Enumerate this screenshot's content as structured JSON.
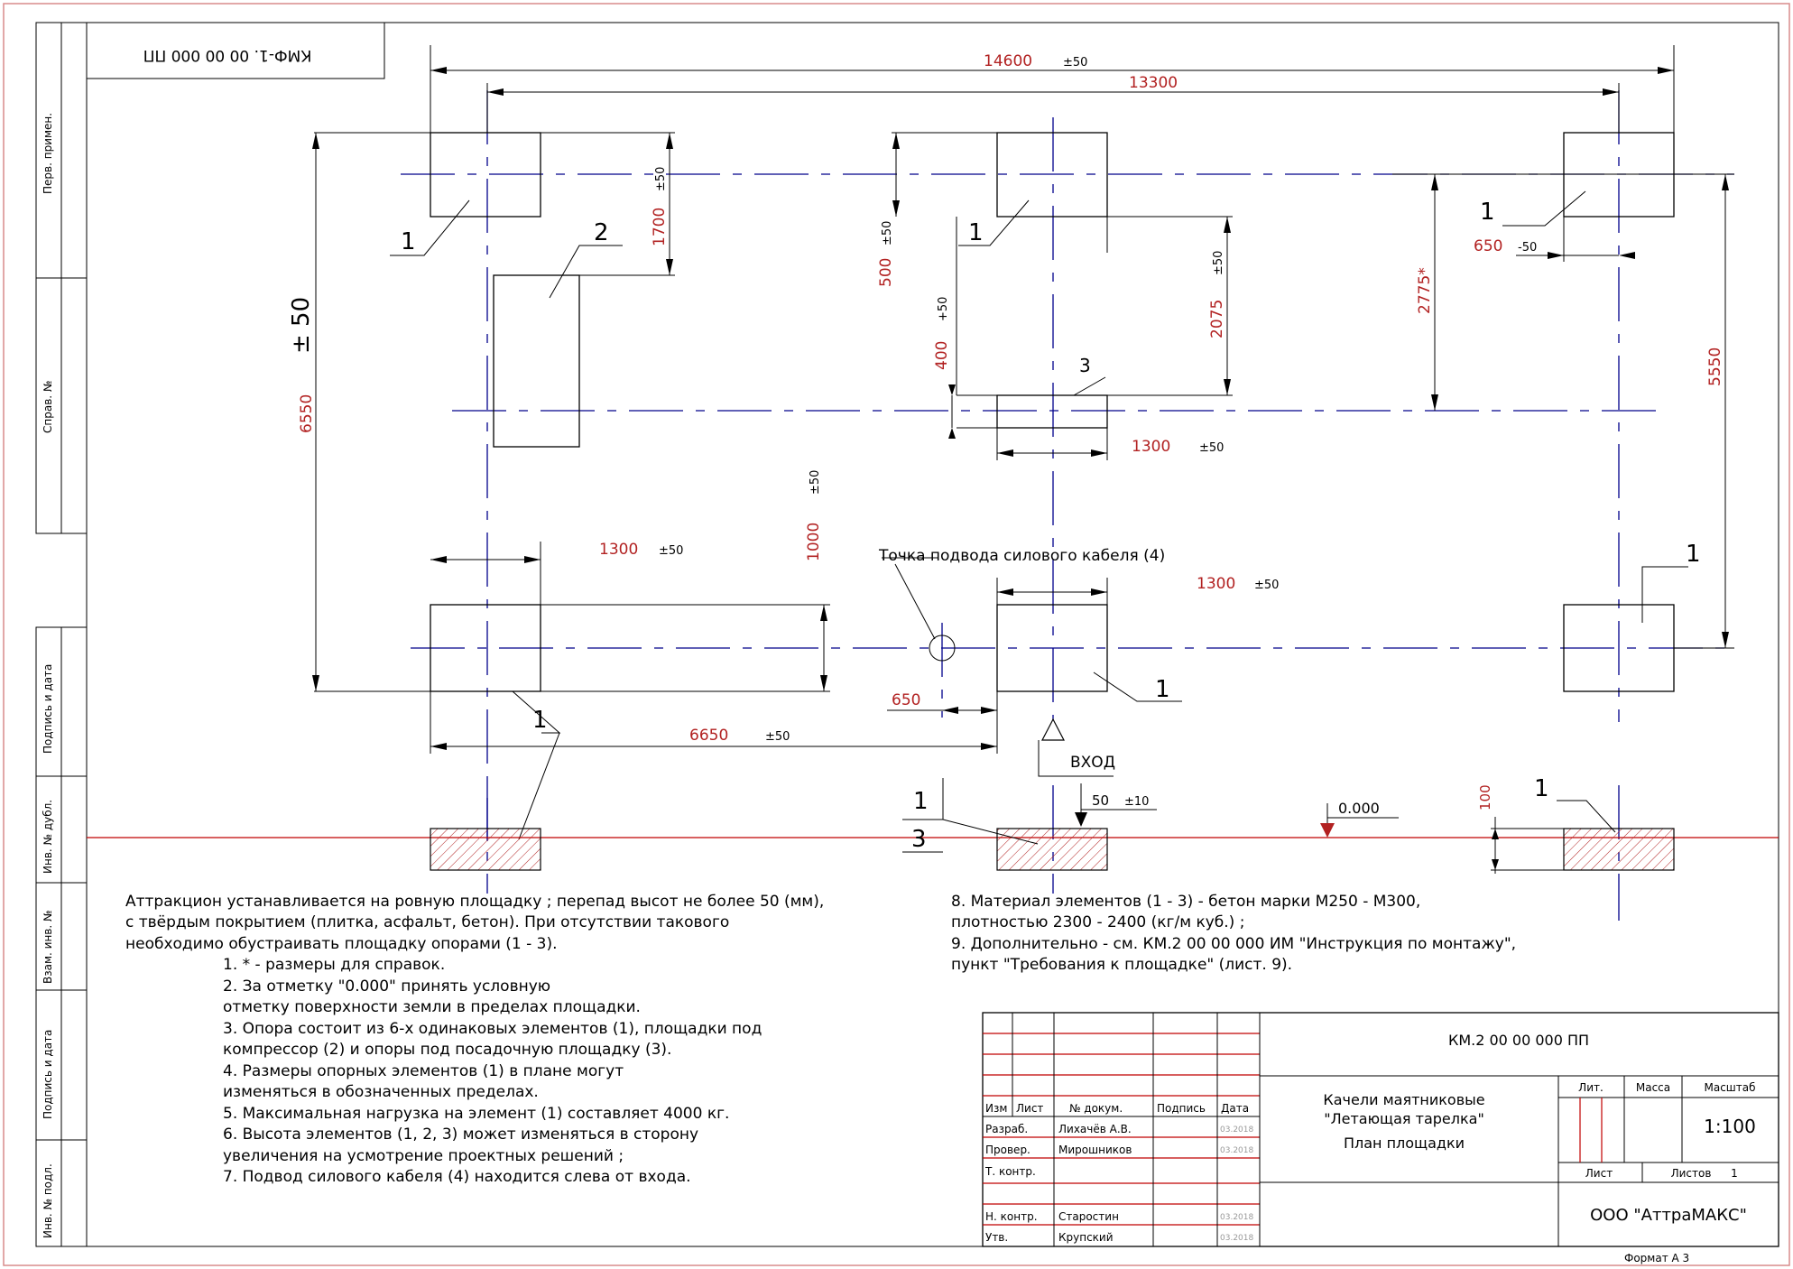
{
  "stamp_code": "КМФ-1. 00 00 000 ПП",
  "side_labels": [
    "Перв. примен.",
    "Справ. №",
    "Подпись и дата",
    "Инв. № дубл.",
    "Взам. инв. №",
    "Подпись и дата",
    "Инв. № подл."
  ],
  "dimensions": {
    "overall_width": "14600",
    "overall_width_tol": "±50",
    "axis_width": "13300",
    "height_left": "6550",
    "height_left_tol": "± 50",
    "d1700": "1700",
    "d1700_tol": "±50",
    "d500": "500",
    "d500_tol": "±50",
    "d400": "400",
    "d400_tol": "+50",
    "d2075": "2075",
    "d2075_tol": "±50",
    "d2775": "2775*",
    "d5550": "5550",
    "d650_right": "650",
    "d650_right_tol": "-50",
    "d1300_center": "1300",
    "d1300_center_tol": "±50",
    "d1300_left": "1300",
    "d1300_left_tol": "±50",
    "d1000": "1000",
    "d1000_tol": "±50",
    "d1300_bottom": "1300",
    "d1300_bottom_tol": "±50",
    "d650_bottom": "650",
    "d6650": "6650",
    "d6650_tol": "±50",
    "d50": "50",
    "d50_tol": "±10",
    "d100": "100",
    "level": "0.000"
  },
  "callouts": {
    "n1": "1",
    "n2": "2",
    "n3": "3",
    "cable_point": "Точка подвода силового кабеля (4)",
    "entrance": "ВХОД"
  },
  "notes_left": {
    "intro": [
      "Аттракцион устанавливается на ровную площадку ;  перепад высот не более 50 (мм),",
      "с твёрдым покрытием (плитка, асфальт, бетон).  При отсутствии такового",
      "необходимо обустраивать площадку опорами (1 - 3)."
    ],
    "items": [
      "1.   * - размеры для справок.",
      "2.   За отметку \"0.000\" принять условную",
      "       отметку поверхности земли в пределах площадки.",
      "3.   Опора состоит из 6-х одинаковых элементов (1), площадки под",
      "       компрессор (2) и опоры под посадочную площадку (3).",
      "4.   Размеры опорных элементов (1) в плане могут",
      "       изменяться в обозначенных пределах.",
      "5.   Максимальная нагрузка на элемент (1) составляет 4000 кг.",
      "6.   Высота элементов (1, 2, 3) может изменяться в сторону",
      "       увеличения на усмотрение проектных решений ;",
      "7.   Подвод силового кабеля (4) находится слева от входа."
    ]
  },
  "notes_right": [
    "8.   Материал элементов (1 - 3) - бетон марки  М250 - М300,",
    "       плотностью 2300 - 2400 (кг/м куб.) ;",
    "9.   Дополнительно - см.  КМ.2 00 00 000 ИМ  \"Инструкция по монтажу\",",
    "       пункт \"Требования к площадке\" (лист. 9)."
  ],
  "title_block": {
    "doc_code": "КМ.2 00 00 000  ПП",
    "title_lines": [
      "Качели маятниковые",
      "\"Летающая тарелка\"",
      "План площадки"
    ],
    "hdr_izm": "Изм",
    "hdr_list": "Лист",
    "hdr_docnum": "№ докум.",
    "hdr_sign": "Подпись",
    "hdr_date": "Дата",
    "rows": [
      {
        "role": "Разраб.",
        "name": "Лихачёв А.В.",
        "date": "03.2018"
      },
      {
        "role": "Провер.",
        "name": "Мирошников",
        "date": "03.2018"
      },
      {
        "role": "Т. контр.",
        "name": "",
        "date": ""
      },
      {
        "role": "Н. контр.",
        "name": "Старостин",
        "date": "03.2018"
      },
      {
        "role": "Утв.",
        "name": "Крупский",
        "date": "03.2018"
      }
    ],
    "lit": "Лит.",
    "mass": "Масса",
    "scale_label": "Масштаб",
    "scale": "1:100",
    "sheet": "Лист",
    "sheets": "Листов",
    "sheets_count": "1",
    "company": "ООО \"АттраМАКС\""
  },
  "format": "Формат  А 3"
}
